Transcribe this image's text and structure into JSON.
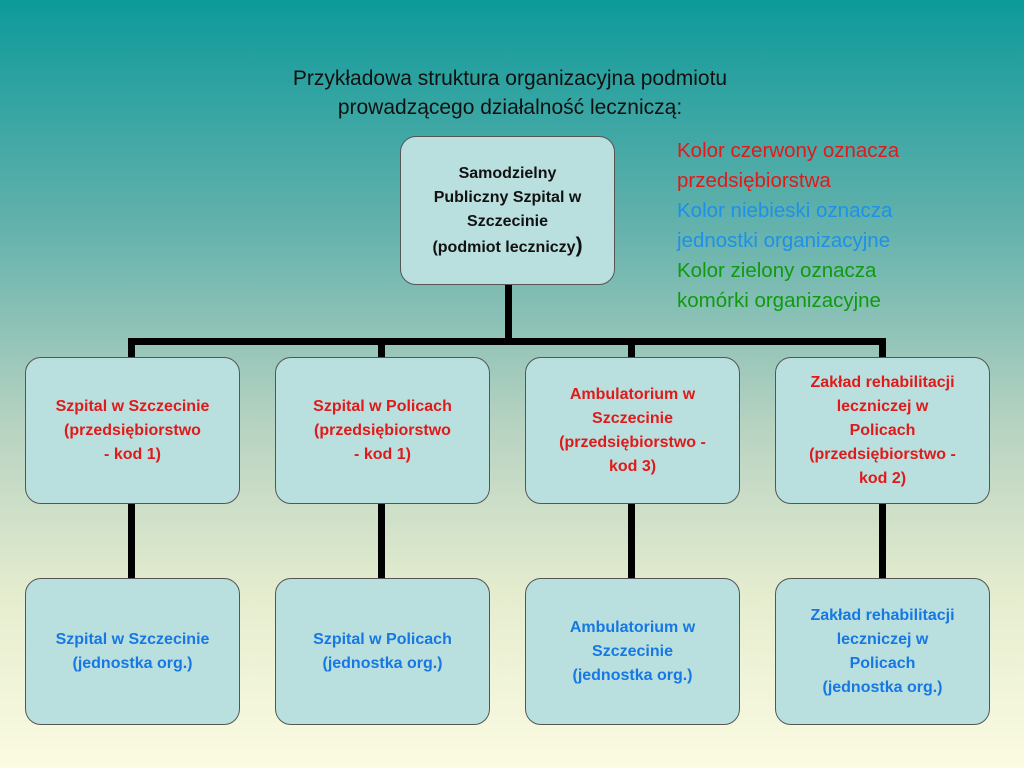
{
  "title": {
    "line1": "Przykładowa struktura organizacyjna podmiotu",
    "line2": "prowadzącego działalność leczniczą:"
  },
  "legend": {
    "items": [
      {
        "text": "Kolor czerwony oznacza",
        "color": "#e01a1a"
      },
      {
        "text": "przedsiębiorstwa",
        "color": "#e01a1a"
      },
      {
        "text": "Kolor niebieski oznacza",
        "color": "#1e90e8"
      },
      {
        "text": "jednostki organizacyjne",
        "color": "#1e90e8"
      },
      {
        "text": "Kolor zielony oznacza",
        "color": "#109a10"
      },
      {
        "text": "komórki organizacyjne",
        "color": "#109a10"
      }
    ]
  },
  "root": {
    "lines": [
      "Samodzielny",
      "Publiczny Szpital w",
      "Szczecinie",
      "(podmiot leczniczy"
    ],
    "tail": ")"
  },
  "enterprises": [
    {
      "lines": [
        "Szpital w Szczecinie",
        "(przedsiębiorstwo",
        "- kod 1)"
      ]
    },
    {
      "lines": [
        "Szpital w Policach",
        "(przedsiębiorstwo",
        "- kod 1)"
      ]
    },
    {
      "lines": [
        "Ambulatorium w",
        "Szczecinie",
        "(przedsiębiorstwo -",
        "kod 3)"
      ]
    },
    {
      "lines": [
        "Zakład rehabilitacji",
        "leczniczej w",
        "Policach",
        "(przedsiębiorstwo -",
        "kod 2)"
      ]
    }
  ],
  "units": [
    {
      "lines": [
        "Szpital w Szczecinie",
        "(jednostka org.)"
      ]
    },
    {
      "lines": [
        "Szpital w Policach",
        "(jednostka org.)"
      ]
    },
    {
      "lines": [
        "Ambulatorium w",
        "Szczecinie",
        "(jednostka org.)"
      ]
    },
    {
      "lines": [
        "Zakład rehabilitacji",
        "leczniczej w",
        "Policach",
        "(jednostka org.)"
      ]
    }
  ],
  "colors": {
    "enterprise_text": "#e01a1a",
    "unit_text": "#1777e3",
    "box_fill": "#b9e0de",
    "connector": "#000000"
  }
}
